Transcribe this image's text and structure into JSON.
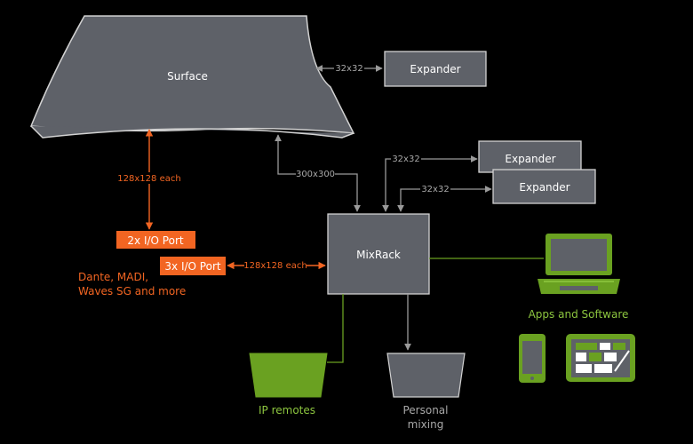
{
  "nodes": {
    "surface": "Surface",
    "expander_top": "Expander",
    "expander_mid": "Expander",
    "expander_low": "Expander",
    "mixrack": "MixRack",
    "io_port_2x": "2x I/O Port",
    "io_port_3x": "3x I/O Port",
    "ip_remotes": "IP remotes",
    "personal_mixing_line1": "Personal",
    "personal_mixing_line2": "mixing",
    "apps_software": "Apps and Software"
  },
  "links": {
    "surface_expander": "32x32",
    "surface_mixrack": "300x300",
    "mixrack_expander_1": "32x32",
    "mixrack_expander_2": "32x32",
    "surface_ioport": "128x128 each",
    "ioport_mixrack": "128x128 each"
  },
  "notes": {
    "formats_line1": "Dante, MADI,",
    "formats_line2": "Waves SG and more"
  },
  "colors": {
    "background": "#000000",
    "box_fill": "#5e6168",
    "box_stroke": "#d2d2d2",
    "accent_orange": "#f26522",
    "accent_green": "#6aa121",
    "connector_gray": "#9a9a9a"
  }
}
